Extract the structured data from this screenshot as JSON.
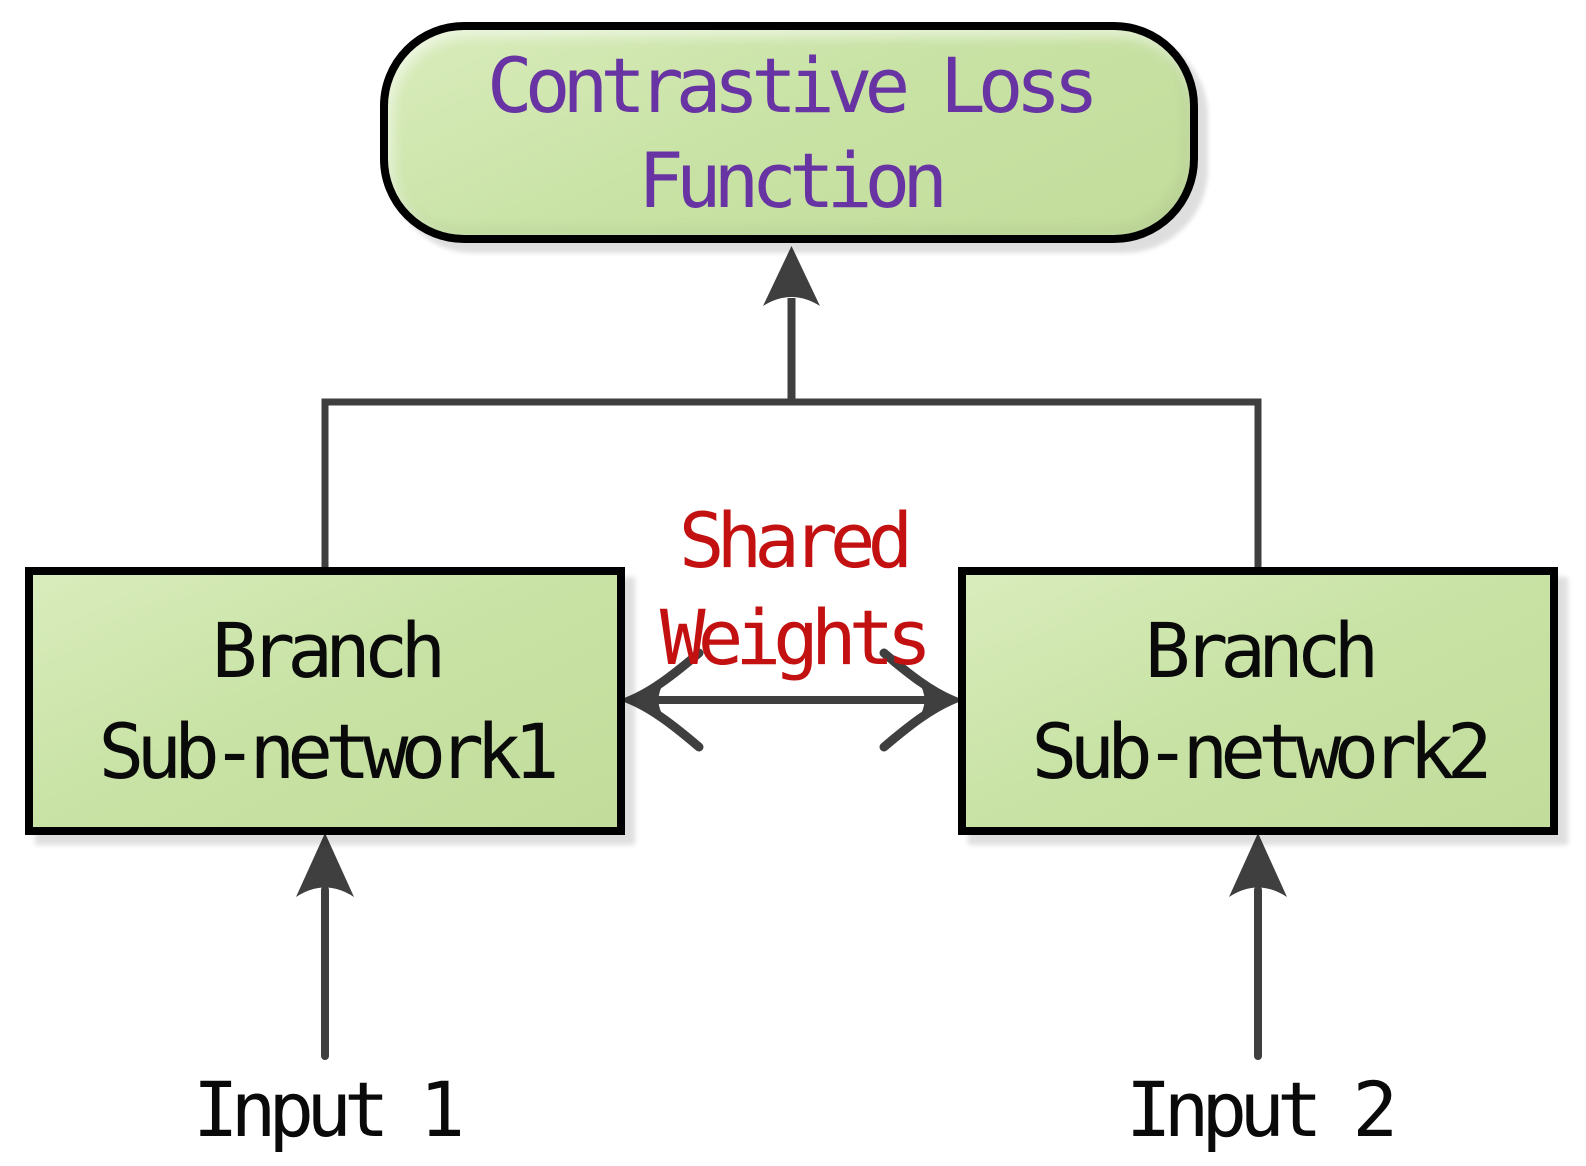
{
  "diagram": {
    "loss_box": {
      "lines": [
        "Contrastive Loss",
        "Function"
      ]
    },
    "branch1_box": {
      "lines": [
        "Branch",
        "Sub-network1"
      ]
    },
    "branch2_box": {
      "lines": [
        "Branch",
        "Sub-network2"
      ]
    },
    "shared_weights_label": {
      "lines": [
        "Shared",
        "Weights"
      ]
    },
    "input1_label": "Input 1",
    "input2_label": "Input 2",
    "colors": {
      "box_fill": "#c9e3a6",
      "box_border": "#000000",
      "loss_text": "#6833a2",
      "shared_text": "#c31111",
      "line": "#3f3f3f",
      "label_text": "#0a0a0a",
      "background": "#ffffff"
    }
  }
}
